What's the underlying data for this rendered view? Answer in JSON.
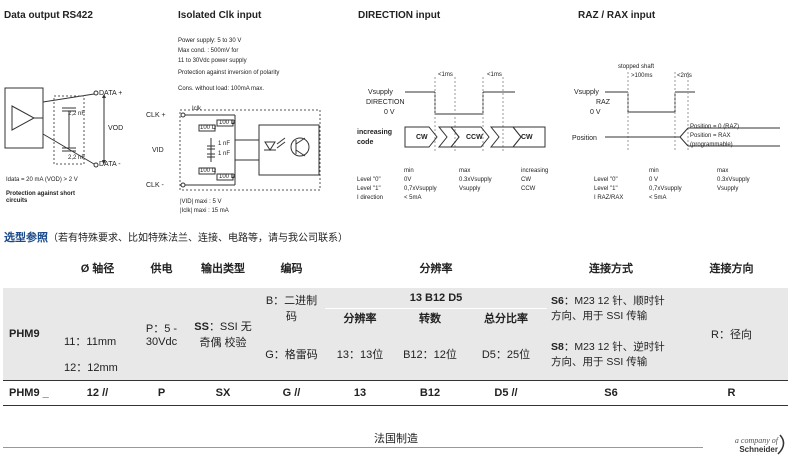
{
  "diagrams": {
    "rs422": {
      "title": "Data output RS422",
      "data_plus": "DATA +",
      "data_minus": "DATA -",
      "cap1": "2,2 nF",
      "cap2": "2,2 nF",
      "vod": "VOD",
      "idata": "Idata = 20 mA (VOD) > 2 V",
      "protection": "Protection against short circuits"
    },
    "clk": {
      "title": "Isolated Clk input",
      "spec": [
        "Power supply: 5 to 30 V",
        "Max cond. : 500mV for",
        "11 to 30Vdc power supply",
        "Protection against inversion of polarity",
        "Cons. without load: 100mA max."
      ],
      "clk_plus": "CLK +",
      "clk_minus": "CLK -",
      "vid": "VID",
      "iclk": "Iclk",
      "r1": "100 Ω",
      "r2": "100 Ω",
      "r3": "100 Ω",
      "r4": "100 Ω",
      "c1": "1 nF",
      "c2": "1 nF",
      "vid_max": "|VID| maxi : 5 V",
      "iclk_max": "|Iclk| maxi : 15 mA"
    },
    "direction": {
      "title": "DIRECTION input",
      "t1": "<1ms",
      "t2": "<1ms",
      "vsupply": "Vsupply",
      "direction": "DIRECTION",
      "zero": "0 V",
      "increasing": "increasing",
      "code": "code",
      "cw": "CW",
      "ccw": "CCW",
      "cw2": "CW",
      "col_min": "min",
      "col_max": "max",
      "col_inc": "increasing",
      "level0": "Level \"0\"",
      "level1": "Level \"1\"",
      "idir": "I direction",
      "l0_min": "0V",
      "l0_max": "0.3xVsupply",
      "l0_inc": "CW",
      "l1_min": "0,7xVsupply",
      "l1_max": "Vsupply",
      "l1_inc": "CCW",
      "i_min": "< 5mA"
    },
    "raz": {
      "title": "RAZ / RAX input",
      "stopped": "stopped shaft",
      "t1": ">100ms",
      "t2": "<2ms",
      "vsupply": "Vsupply",
      "raz": "RAZ",
      "zero": "0 V",
      "position": "Position",
      "pos1": "Position = 0 (RAZ)",
      "pos2": "Position = RAX",
      "pos3": "(programmable)",
      "col_min": "min",
      "col_max": "max",
      "level0": "Level \"0\"",
      "level1": "Level \"1\"",
      "iraz": "I RAZ/RAX",
      "l0_min": "0 V",
      "l0_max": "0.3xVsupply",
      "l1_min": "0,7xVsupply",
      "l1_max": "Vsupply",
      "i_min": "< 5mA"
    }
  },
  "selection": {
    "title": "选型参照",
    "note": "（若有特殊要求、比如特殊法兰、连接、电路等，请与我公司联系）",
    "headers": [
      "Ø 轴径",
      "供电",
      "输出类型",
      "编码",
      "分辨率",
      "连接方式",
      "连接方向"
    ],
    "res_code": "13 B12 D5",
    "res_sub": [
      "分辨率",
      "转数",
      "总分比率"
    ],
    "model": "PHM9",
    "shaft": [
      "11：11mm",
      "12：12mm"
    ],
    "supply": "P：5 - 30Vdc",
    "output_code": "SS",
    "output_desc": "：SSI 无奇偶 校验",
    "coding": [
      "B：二进制码",
      "G：格雷码"
    ],
    "res_vals": [
      "13：13位",
      "B12：12位",
      "D5：25位"
    ],
    "conn_s6_code": "S6",
    "conn_s6": "：M23 12 针、顺时针方向、用于 SSI 传输",
    "conn_s8_code": "S8",
    "conn_s8": "：M23 12 针、逆时针方向、用于 SSI 传输",
    "direction": "R：径向",
    "order": [
      "PHM9 _",
      "12  //",
      "P",
      "SX",
      "G  //",
      "13",
      "B12",
      "D5   //",
      "S6",
      "R"
    ]
  },
  "footer": {
    "made_in": "法国制造",
    "company1": "a company of",
    "company2": "Schneider"
  },
  "colors": {
    "accent": "#1a4a8a",
    "grey": "#e8e8e8"
  }
}
